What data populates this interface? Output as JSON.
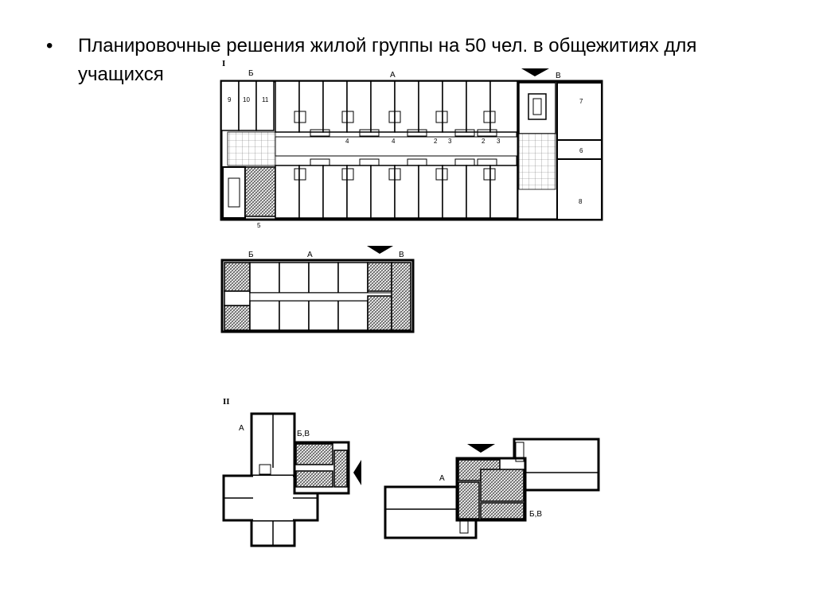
{
  "slide": {
    "bullet_symbol": "•",
    "heading": "Планировочные решения жилой группы на 50 чел. в общежитиях для учащихся"
  },
  "plan1": {
    "roman": "I",
    "zone_a": "А",
    "zone_b": "Б",
    "zone_v": "В",
    "rooms": {
      "r9": "9",
      "r10": "10",
      "r11": "11",
      "r7": "7",
      "r6": "6",
      "r8": "8",
      "r5": "5",
      "c4a": "4",
      "c4b": "4",
      "c2a": "2",
      "c3a": "3",
      "c2b": "2",
      "c3b": "3"
    }
  },
  "plan2": {
    "zone_b": "Б",
    "zone_a": "А",
    "zone_v": "В"
  },
  "plan3": {
    "roman": "II",
    "left_a": "А",
    "left_bv": "Б,В",
    "right_a": "А",
    "right_bv": "Б,В"
  },
  "colors": {
    "ink": "#000000",
    "hatch": "#7a7a7a",
    "bg": "#ffffff"
  }
}
